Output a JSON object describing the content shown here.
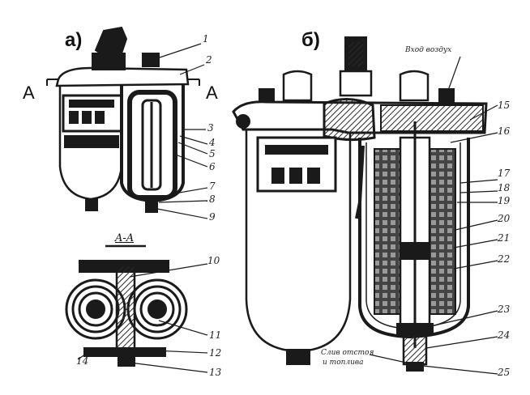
{
  "panels": {
    "a": "а)",
    "b": "б)"
  },
  "section": {
    "left": "A",
    "right": "A",
    "title": "A-A"
  },
  "callouts": [
    "1",
    "2",
    "3",
    "4",
    "5",
    "6",
    "7",
    "8",
    "9",
    "10",
    "11",
    "12",
    "13",
    "14",
    "15",
    "16",
    "17",
    "18",
    "19",
    "20",
    "21",
    "22",
    "23",
    "24",
    "25"
  ],
  "notes": {
    "inlet": "Вход воздух",
    "drain_line1": "Слив отстоя",
    "drain_line2": "и топлива"
  },
  "colors": {
    "ink": "#1a1a1a",
    "paper": "#ffffff",
    "hatch": "#3a3a3a"
  }
}
